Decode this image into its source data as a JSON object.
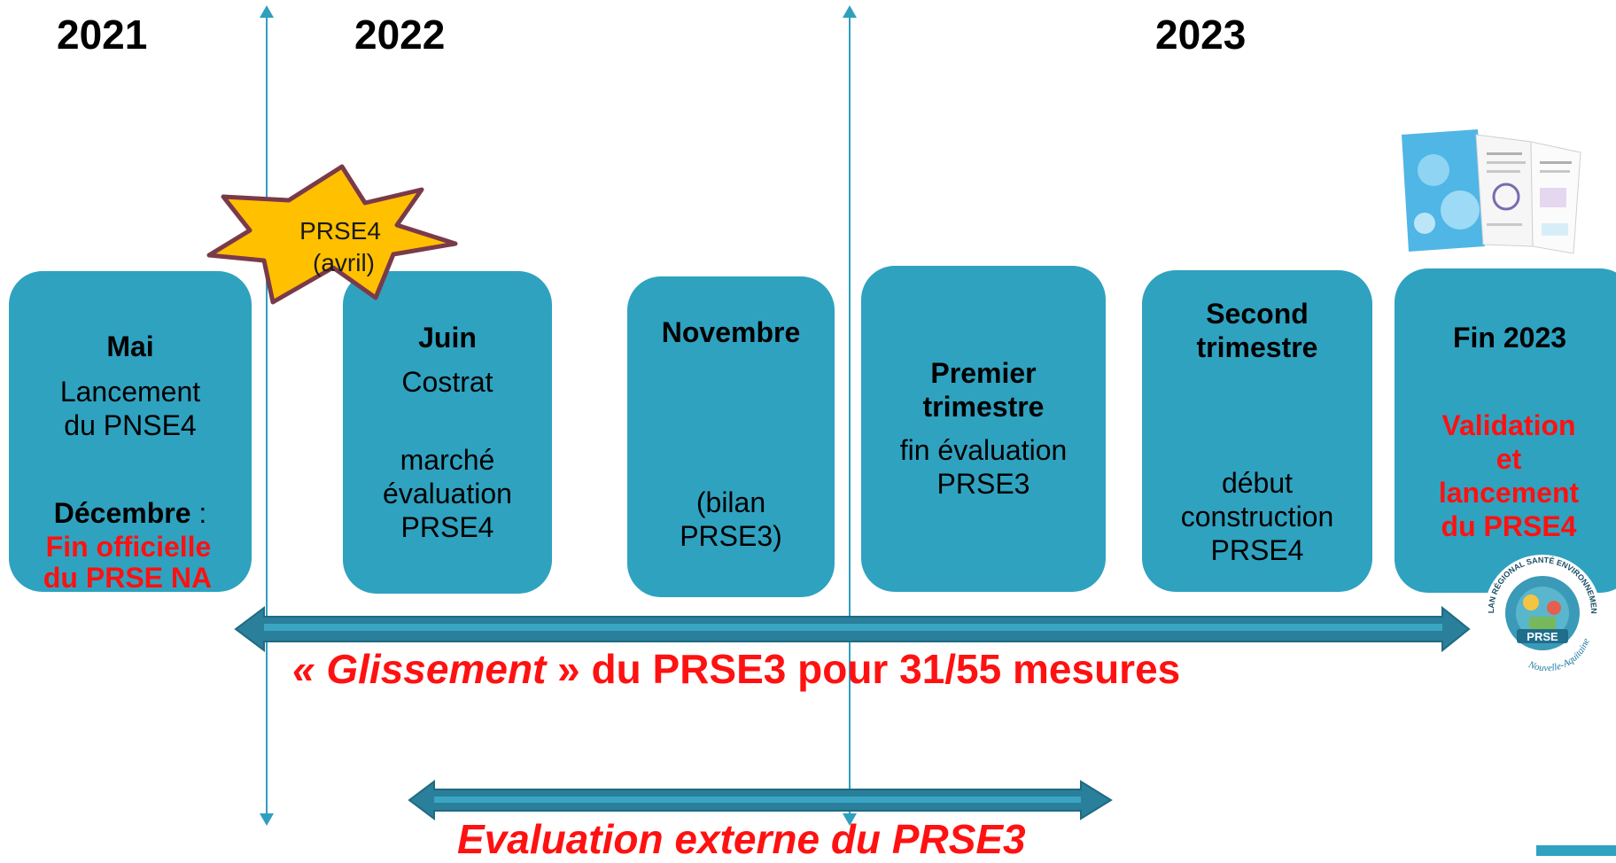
{
  "years": [
    "2021",
    "2022",
    "2023"
  ],
  "star": {
    "line1": "PRSE4",
    "line2": "(avril)",
    "fill": "#ffc000",
    "stroke": "#7a3a4a"
  },
  "boxes": [
    {
      "title": "Mai",
      "line1": "Lancement",
      "line2": "du PNSE4",
      "bold2": "Décembre",
      "sep": " :",
      "red1": "Fin officielle",
      "red2": "du PRSE NA"
    },
    {
      "title": "Juin",
      "line1": "Costrat",
      "line2": "marché",
      "line3": "évaluation",
      "line4": "PRSE4"
    },
    {
      "title": "Novembre",
      "line1": "(bilan",
      "line2": "PRSE3)"
    },
    {
      "title1": "Premier",
      "title2": "trimestre",
      "line1": "fin évaluation",
      "line2": "PRSE3"
    },
    {
      "title1": "Second",
      "title2": "trimestre",
      "line1": "début",
      "line2": "construction",
      "line3": "PRSE4"
    },
    {
      "title": "Fin 2023",
      "red1": "Validation",
      "red2": "et",
      "red3": "lancement",
      "red4": "du PRSE4"
    }
  ],
  "arrow1": {
    "quote_open": "« ",
    "italic": "Glissement",
    "quote_close": " »",
    "rest": " du PRSE3 pour 31/55 mesures"
  },
  "arrow2": {
    "label": "Evaluation externe du PRSE3"
  },
  "logo": {
    "arc": "PLAN RÉGIONAL SANTÉ ENVIRONNEMENT",
    "badge": "PRSE",
    "region": "Nouvelle-Aquitaine"
  },
  "colors": {
    "box": "#2fa2c0",
    "arrow": "#2a7f9a",
    "red": "#ff1111",
    "vline": "#2f9fbf"
  }
}
